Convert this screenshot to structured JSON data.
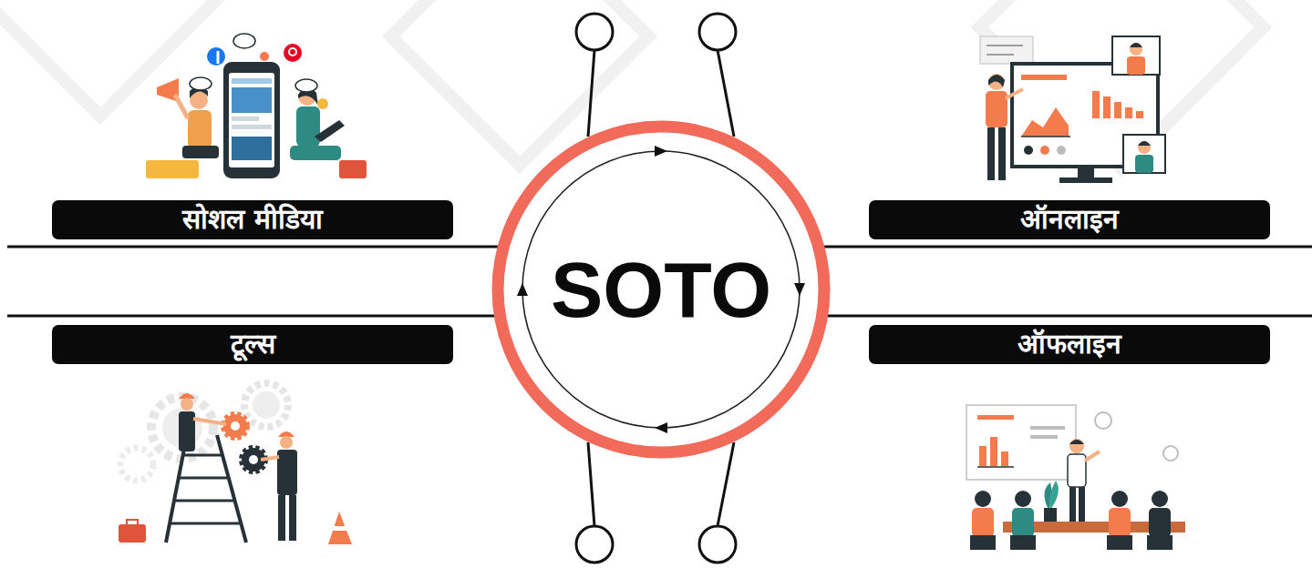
{
  "diagram": {
    "nodes": [
      {
        "text": [
          "सोशल मीडिया"
        ]
      },
      {
        "text": [
          "SOTO"
        ]
      },
      {
        "text": [
          "ऑनलाइन"
        ]
      },
      {
        "text": [
          "टूल्स"
        ]
      },
      {
        "text": [
          "ऑफलाइन"
        ]
      }
    ]
  }
}
